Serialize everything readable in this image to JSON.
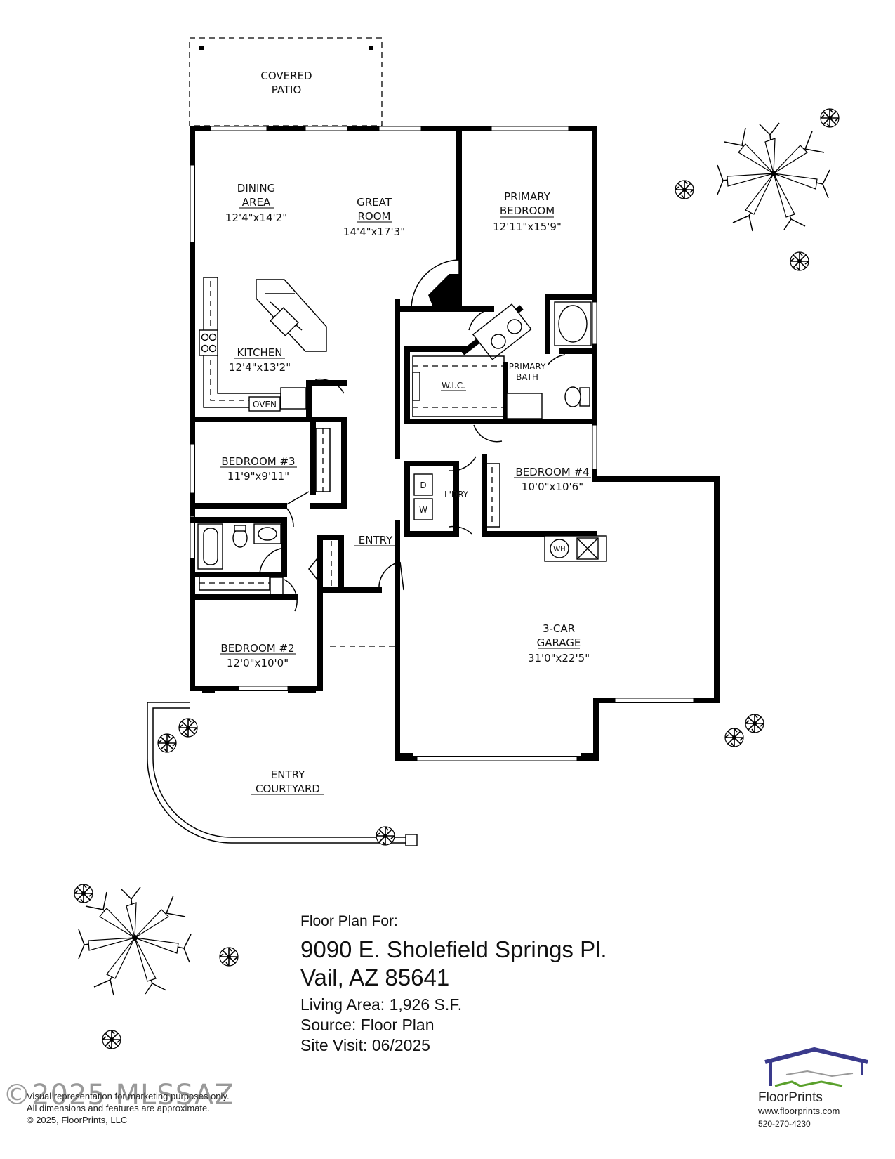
{
  "rooms": {
    "covered_patio": {
      "line1": "COVERED",
      "line2": "PATIO"
    },
    "dining": {
      "line1": "DINING",
      "line2": "AREA",
      "dim": "12'4\"x14'2\""
    },
    "great_room": {
      "line1": "GREAT",
      "line2": "ROOM",
      "dim": "14'4\"x17'3\""
    },
    "primary_bedroom": {
      "line1": "PRIMARY",
      "line2": "BEDROOM",
      "dim": "12'11\"x15'9\""
    },
    "kitchen": {
      "name": "KITCHEN",
      "dim": "12'4\"x13'2\""
    },
    "oven": "OVEN",
    "wic": "W.I.C.",
    "primary_bath": {
      "line1": "PRIMARY",
      "line2": "BATH"
    },
    "bedroom3": {
      "name": "BEDROOM #3",
      "dim": "11'9\"x9'11\""
    },
    "laundry": "L'DRY",
    "dryer": "D",
    "washer": "W",
    "bedroom4": {
      "name": "BEDROOM #4",
      "dim": "10'0\"x10'6\""
    },
    "entry": "ENTRY",
    "water_heater": "WH",
    "garage": {
      "line1": "3-CAR",
      "line2": "GARAGE",
      "dim": "31'0\"x22'5\""
    },
    "bedroom2": {
      "name": "BEDROOM #2",
      "dim": "12'0\"x10'0\""
    },
    "courtyard": {
      "line1": "ENTRY",
      "line2": "COURTYARD"
    }
  },
  "info": {
    "intro": "Floor Plan For:",
    "address_line1": "9090 E. Sholefield Springs Pl.",
    "address_line2": "Vail, AZ  85641",
    "living_area": "Living Area:  1,926 S.F.",
    "source": "Source:  Floor Plan",
    "site_visit": "Site Visit:  06/2025"
  },
  "footer": {
    "line1": "Visual representation for marketing purposes only.",
    "line2": "All dimensions and features are approximate.",
    "line3": "© 2025, FloorPrints, LLC"
  },
  "watermark": "©2025 MLSSAZ",
  "brand": {
    "name": "FloorPrints",
    "url": "www.floorprints.com",
    "phone": "520-270-4230",
    "color": "#3a3a8c",
    "accent": "#5aa02c"
  }
}
